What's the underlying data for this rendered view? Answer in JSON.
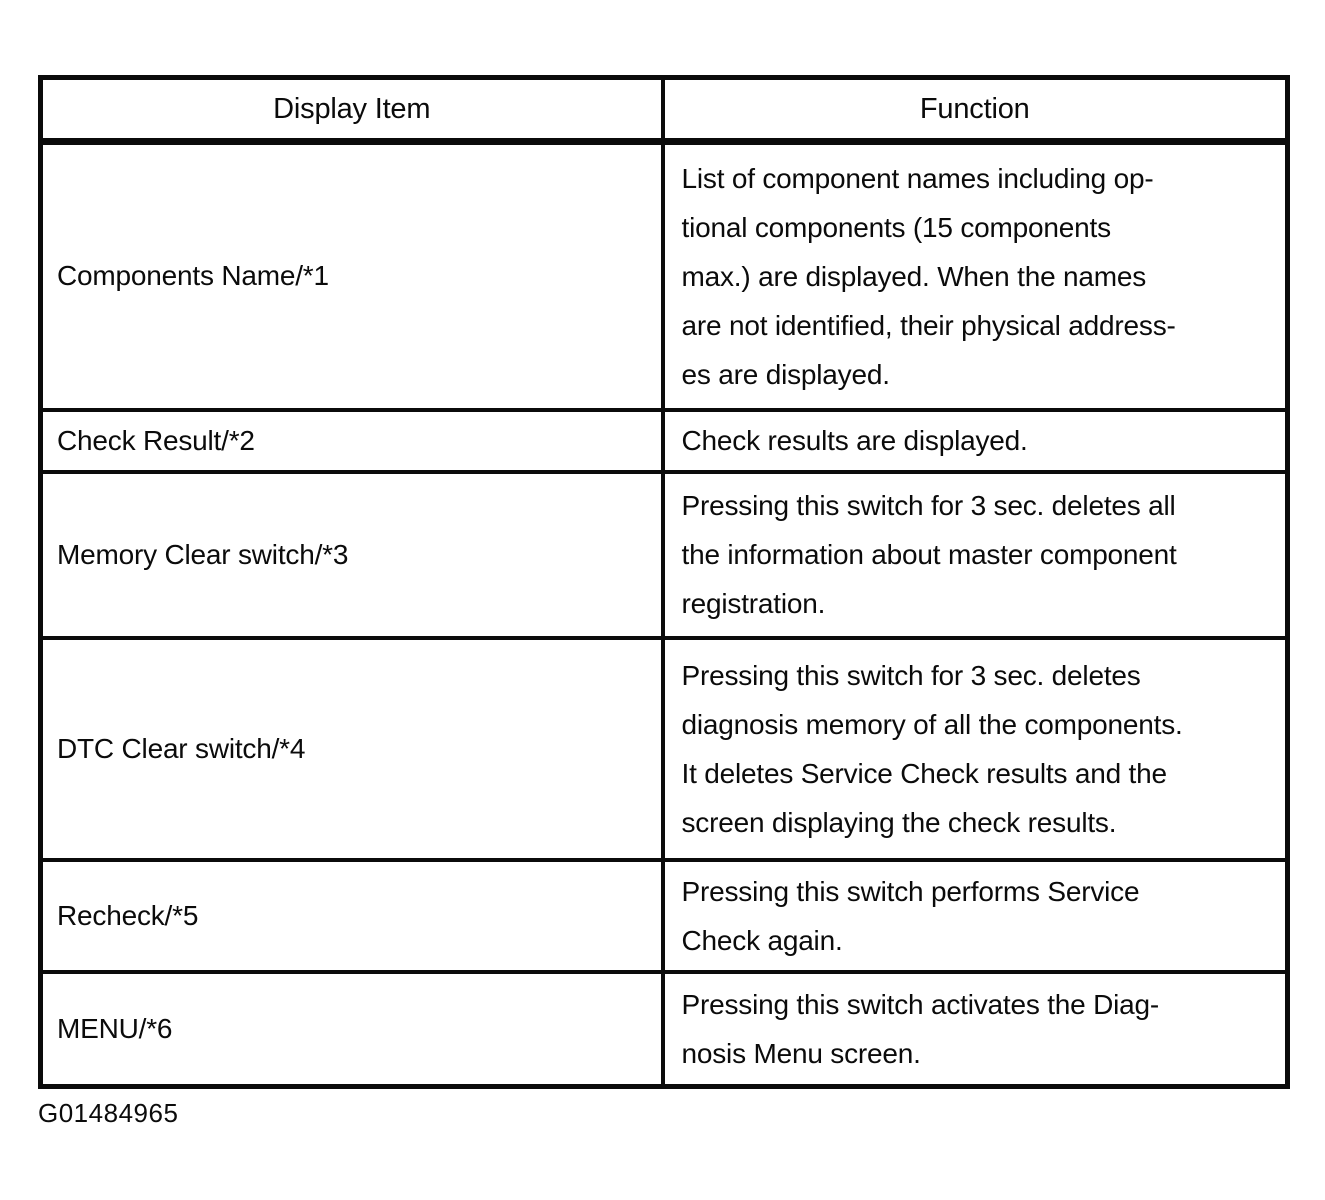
{
  "figure_code": "G01484965",
  "colors": {
    "ink": "#0b0b0b",
    "paper": "#ffffff"
  },
  "table": {
    "headers": {
      "item": "Display Item",
      "function": "Function"
    },
    "rows": [
      {
        "item": "Components Name/*1",
        "function": "List of component names including op-\ntional components (15 components\nmax.) are displayed. When the names\nare not identified, their physical address-\nes are displayed."
      },
      {
        "item": "Check Result/*2",
        "function": "Check results are displayed."
      },
      {
        "item": "Memory Clear switch/*3",
        "function": "Pressing this switch for 3 sec. deletes all\nthe information about master component\nregistration."
      },
      {
        "item": "DTC Clear switch/*4",
        "function": "Pressing this switch for 3 sec. deletes\ndiagnosis memory of all the components.\nIt deletes Service Check results and the\nscreen displaying the check results."
      },
      {
        "item": "Recheck/*5",
        "function": "Pressing this switch performs Service\nCheck again."
      },
      {
        "item": "MENU/*6",
        "function": "Pressing this switch activates the Diag-\nnosis Menu screen."
      }
    ]
  }
}
